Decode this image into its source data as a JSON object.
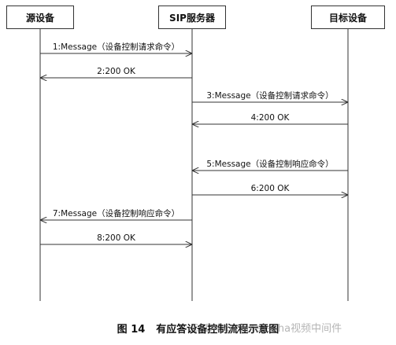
{
  "participants": [
    {
      "id": "src",
      "label": "源设备"
    },
    {
      "id": "sip",
      "label": "SIP服务器"
    },
    {
      "id": "dst",
      "label": "目标设备"
    }
  ],
  "messages": [
    {
      "from": "src",
      "to": "sip",
      "label": "1:Message（设备控制请求命令）"
    },
    {
      "from": "sip",
      "to": "src",
      "label": "2:200 OK"
    },
    {
      "from": "sip",
      "to": "dst",
      "label": "3:Message（设备控制请求命令）"
    },
    {
      "from": "dst",
      "to": "sip",
      "label": "4:200 OK"
    },
    {
      "from": "dst",
      "to": "sip",
      "label": "5:Message（设备控制响应命令）"
    },
    {
      "from": "sip",
      "to": "dst",
      "label": "6:200 OK"
    },
    {
      "from": "sip",
      "to": "src",
      "label": "7:Message（设备控制响应命令）"
    },
    {
      "from": "src",
      "to": "sip",
      "label": "8:200 OK"
    }
  ],
  "caption": {
    "figure_number": "图 14",
    "title": "有应答设备控制流程示意图"
  },
  "watermark": "CSDN @chinaTsoha视频中间件",
  "colors": {
    "line": "#333333",
    "text": "#111111"
  }
}
